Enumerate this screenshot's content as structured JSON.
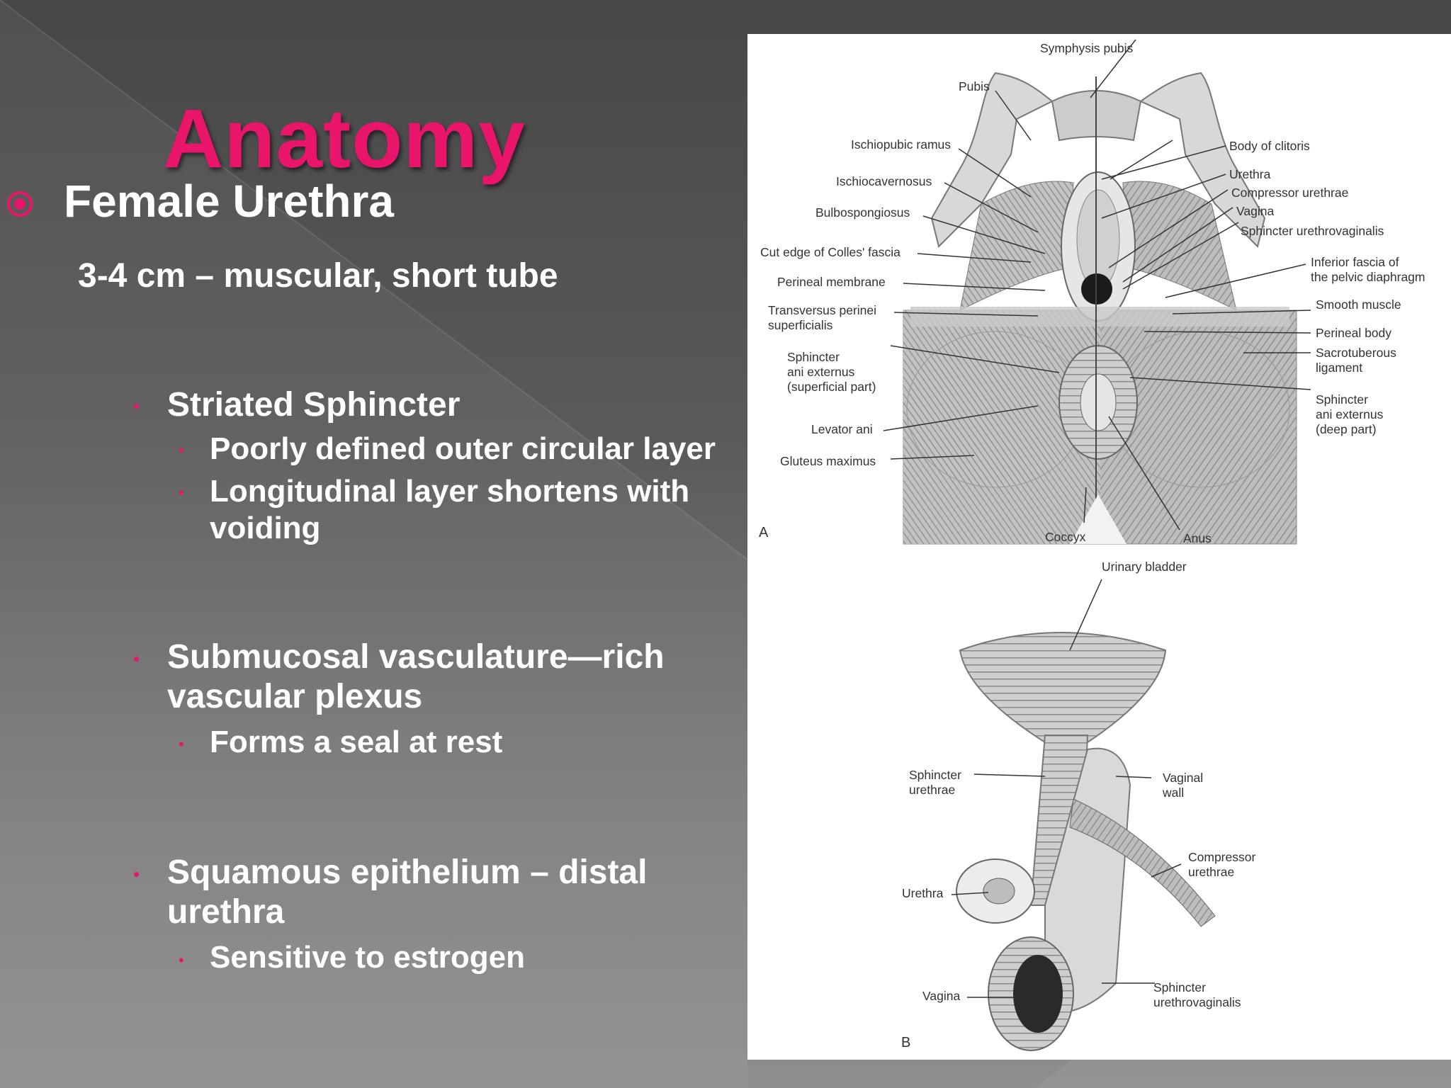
{
  "slide": {
    "title": "Anatomy",
    "heading": "Female Urethra",
    "subheading": "3-4 cm – muscular, short tube",
    "bullets": [
      {
        "text": "Striated Sphincter",
        "sub": [
          "Poorly defined outer circular layer",
          "Longitudinal layer shortens with voiding"
        ]
      },
      {
        "text": "Submucosal vasculature—rich vascular plexus",
        "sub": [
          "Forms a seal at rest"
        ]
      },
      {
        "text": "Squamous epithelium – distal urethra",
        "sub": [
          "Sensitive to estrogen"
        ]
      }
    ],
    "colors": {
      "accent": "#e8156b",
      "text": "#ffffff"
    }
  },
  "figure": {
    "a": {
      "panel_letter": "A",
      "labels": {
        "symphysis_pubis": "Symphysis pubis",
        "pubis": "Pubis",
        "ischiopubic_ramus": "Ischiopubic ramus",
        "ischiocavernosus": "Ischiocavernosus",
        "bulbospongiosus": "Bulbospongiosus",
        "colles_fascia": "Cut edge of Colles' fascia",
        "perineal_membrane": "Perineal membrane",
        "transversus_perinei": "Transversus perinei\nsuperficialis",
        "sphincter_ani_superficial": "Sphincter\nani externus\n(superficial part)",
        "levator_ani": "Levator ani",
        "gluteus_maximus": "Gluteus maximus",
        "body_of_clitoris": "Body of clitoris",
        "urethra": "Urethra",
        "compressor_urethrae": "Compressor urethrae",
        "vagina": "Vagina",
        "sphincter_urethrovaginalis": "Sphincter urethrovaginalis",
        "inferior_fascia": "Inferior fascia of\nthe pelvic diaphragm",
        "smooth_muscle": "Smooth muscle",
        "perineal_body": "Perineal body",
        "sacrotuberous": "Sacrotuberous\nligament",
        "sphincter_ani_deep": "Sphincter\nani externus\n(deep part)",
        "coccyx": "Coccyx",
        "anus": "Anus"
      }
    },
    "b": {
      "panel_letter": "B",
      "labels": {
        "urinary_bladder": "Urinary bladder",
        "sphincter_urethrae": "Sphincter\nurethrae",
        "vaginal_wall": "Vaginal\nwall",
        "compressor_urethrae": "Compressor\nurethrae",
        "urethra": "Urethra",
        "vagina": "Vagina",
        "sphincter_urethrovaginalis": "Sphincter\nurethrovaginalis"
      }
    }
  }
}
